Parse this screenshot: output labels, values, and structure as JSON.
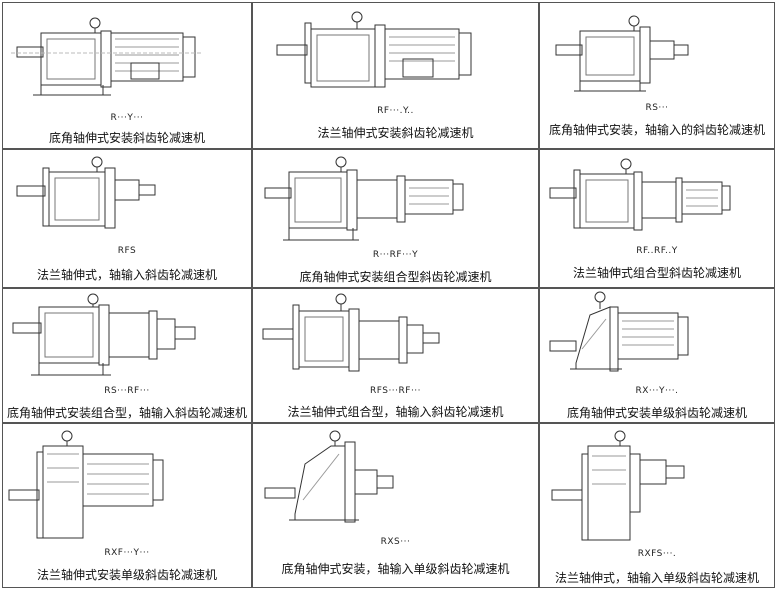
{
  "cells": [
    {
      "code": "R···Y···",
      "desc": "底角轴伸式安装斜齿轮减速机"
    },
    {
      "code": "RF···.Y..",
      "desc": "法兰轴伸式安装斜齿轮减速机"
    },
    {
      "code": "RS···",
      "desc": "底角轴伸式安装，轴输入的斜齿轮减速机"
    },
    {
      "code": "RFS",
      "desc": "法兰轴伸式，轴输入斜齿轮减速机"
    },
    {
      "code": "R···RF···Y",
      "desc": "底角轴伸式安装组合型斜齿轮减速机"
    },
    {
      "code": "RF..RF..Y",
      "desc": "法兰轴伸式组合型斜齿轮减速机"
    },
    {
      "code": "RS···RF···",
      "desc": "底角轴伸式安装组合型，轴输入斜齿轮减速机"
    },
    {
      "code": "RFS···RF···",
      "desc": "法兰轴伸式组合型，轴输入斜齿轮减速机"
    },
    {
      "code": "RX···Y···.",
      "desc": "底角轴伸式安装单级斜齿轮减速机"
    },
    {
      "code": "RXF···Y···",
      "desc": "法兰轴伸式安装单级斜齿轮减速机"
    },
    {
      "code": "RXS···",
      "desc": "底角轴伸式安装，轴输入单级斜齿轮减速机"
    },
    {
      "code": "RXFS···.",
      "desc": "法兰轴伸式，轴输入单级斜齿轮减速机"
    }
  ]
}
